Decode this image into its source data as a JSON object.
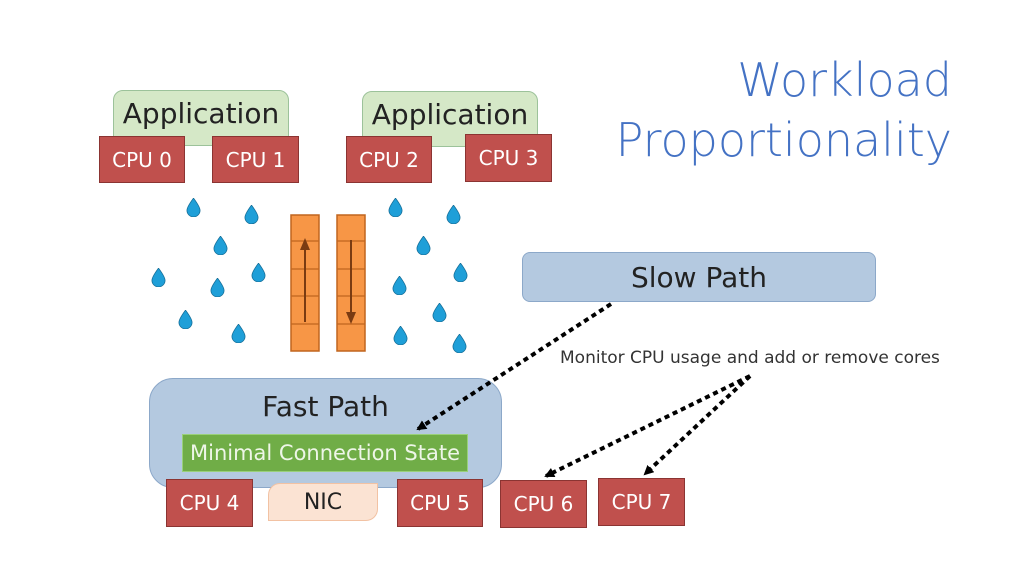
{
  "title": {
    "line1": "Workload",
    "line2": "Proportionality"
  },
  "applications": [
    {
      "label": "Application"
    },
    {
      "label": "Application"
    }
  ],
  "cpus": {
    "cpu0": "CPU 0",
    "cpu1": "CPU 1",
    "cpu2": "CPU 2",
    "cpu3": "CPU 3",
    "cpu4": "CPU 4",
    "cpu5": "CPU 5",
    "cpu6": "CPU 6",
    "cpu7": "CPU 7"
  },
  "slow_path": {
    "label": "Slow Path"
  },
  "fast_path": {
    "label": "Fast Path",
    "state_label": "Minimal Connection State"
  },
  "nic": {
    "label": "NIC"
  },
  "monitor_note": "Monitor CPU usage and add or remove cores",
  "colors": {
    "title": "#4472c4",
    "cpu": "#c0504d",
    "application": "#d5e8c7",
    "path_box": "#b4c9e0",
    "connection_state": "#70ad47",
    "nic": "#fbe3d3",
    "queue": "#f79646",
    "droplet": "#1f9fd8"
  },
  "icons": {
    "droplet": "droplet-icon",
    "queue_up": "arrow-up-icon",
    "queue_down": "arrow-down-icon"
  }
}
